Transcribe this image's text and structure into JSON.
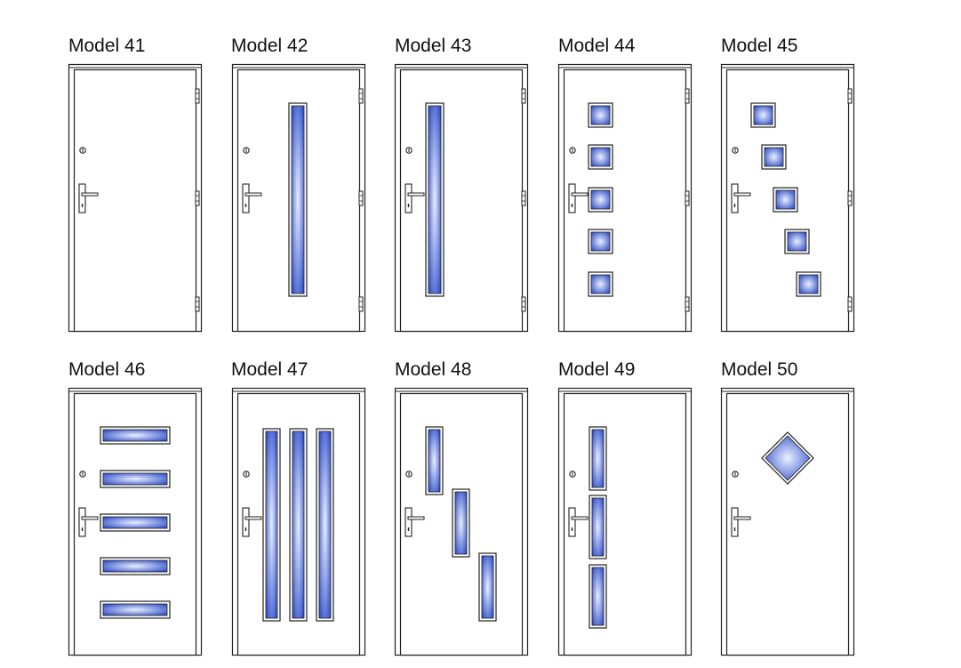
{
  "colors": {
    "glass_center": "#eaf0ff",
    "glass_edge": "#2f4ec8",
    "line": "#222222"
  },
  "models": [
    {
      "label": "Model 41",
      "hinge": "right",
      "glass": "none"
    },
    {
      "label": "Model 42",
      "hinge": "right",
      "glass": "one tall strip, centered"
    },
    {
      "label": "Model 43",
      "hinge": "right",
      "glass": "one tall strip, handle side"
    },
    {
      "label": "Model 44",
      "hinge": "right",
      "glass": "five squares, vertical column"
    },
    {
      "label": "Model 45",
      "hinge": "right",
      "glass": "five squares, diagonal"
    },
    {
      "label": "Model 46",
      "hinge": "right",
      "glass": "five horizontal bars"
    },
    {
      "label": "Model 47",
      "hinge": "right",
      "glass": "three tall strips"
    },
    {
      "label": "Model 48",
      "hinge": "right",
      "glass": "three strips, stepped diagonal"
    },
    {
      "label": "Model 49",
      "hinge": "right",
      "glass": "three strips, vertical column"
    },
    {
      "label": "Model 50",
      "hinge": "right",
      "glass": "one diamond"
    }
  ]
}
